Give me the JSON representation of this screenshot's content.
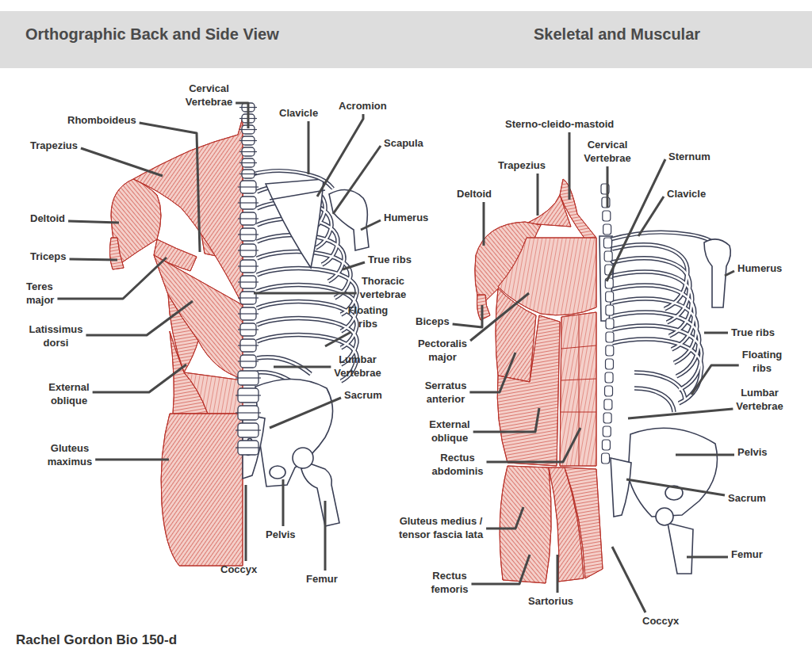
{
  "diagram": {
    "title": "Orthographic Back and Side View",
    "caption": "Rachel Gordon Bio 150-d",
    "labels": [
      "Skeletal and Muscular",
      "Cervical Vertebrae",
      "Rhomboideus",
      "Clavicle",
      "Acromion",
      "Trapezius",
      "Scapula",
      "Deltoid",
      "Humerus",
      "Triceps",
      "True ribs",
      "Teres major",
      "Thoracic vertebrae",
      "Latissimus dorsi",
      "Floating ribs",
      "Lumbar Vertebrae",
      "External oblique",
      "Sacrum",
      "Gluteus maximus",
      "Pelvis",
      "Coccyx",
      "Femur",
      "Sterno-cleido-mastoid",
      "Cervical Vertebrae",
      "Sternum",
      "Trapezius",
      "Deltoid",
      "Clavicle",
      "Humerus",
      "Biceps",
      "Pectoralis major",
      "True ribs",
      "Floating ribs",
      "Serratus anterior",
      "Lumbar Vertebrae",
      "External oblique",
      "Rectus abdominis",
      "Pelvis",
      "Sacrum",
      "Gluteus medius / tensor fascia lata",
      "Femur",
      "Rectus femoris",
      "Sartorius",
      "Coccyx"
    ]
  }
}
